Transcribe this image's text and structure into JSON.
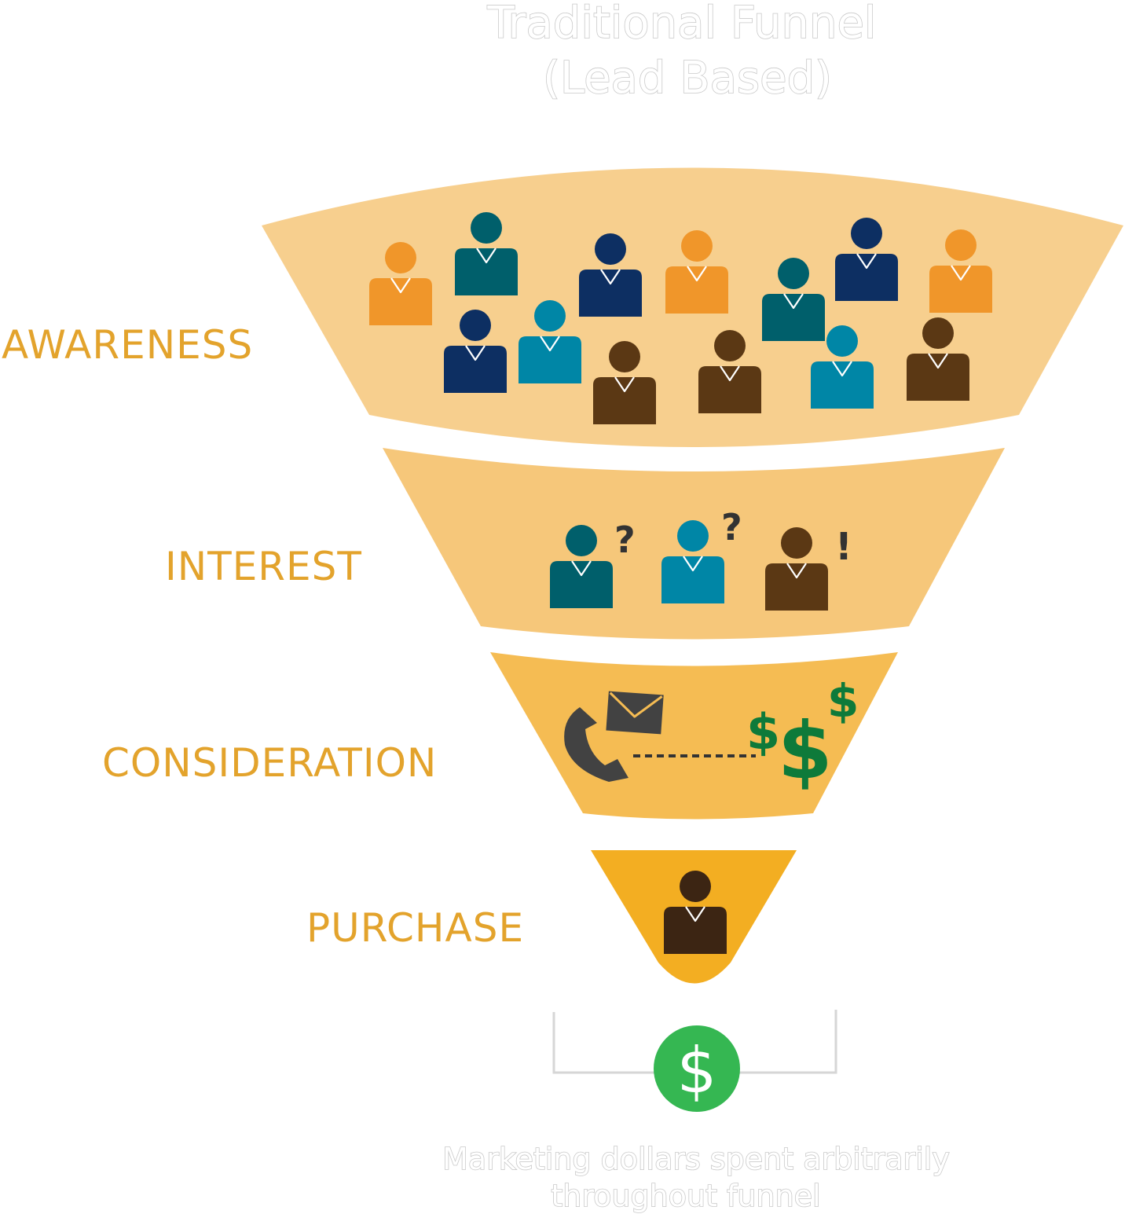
{
  "title": {
    "line1": "Traditional Funnel",
    "line2": "(Lead Based)"
  },
  "stages": [
    {
      "label": "AWARENESS"
    },
    {
      "label": "INTEREST"
    },
    {
      "label": "CONSIDERATION"
    },
    {
      "label": "PURCHASE"
    }
  ],
  "interest_marks": [
    "?",
    "?",
    "!"
  ],
  "dollar_sign": "$",
  "caption": {
    "line1": "Marketing dollars spent arbitrarily",
    "line2": "throughout funnel"
  },
  "colors": {
    "stage_label": "#e3a32c",
    "awareness_fill": "#f7cf8e",
    "interest_fill": "#f6c77a",
    "consideration_fill": "#f5bc53",
    "purchase_fill": "#f3ae22",
    "person_orange": "#f0962a",
    "person_teal": "#005f6b",
    "person_navy": "#0d2f62",
    "person_blue": "#0086a6",
    "person_brown": "#5b3814",
    "person_darkbrown": "#3c2513",
    "dollar_green": "#0e7a3a",
    "coin_green": "#35b752",
    "phone_gray": "#424242"
  }
}
